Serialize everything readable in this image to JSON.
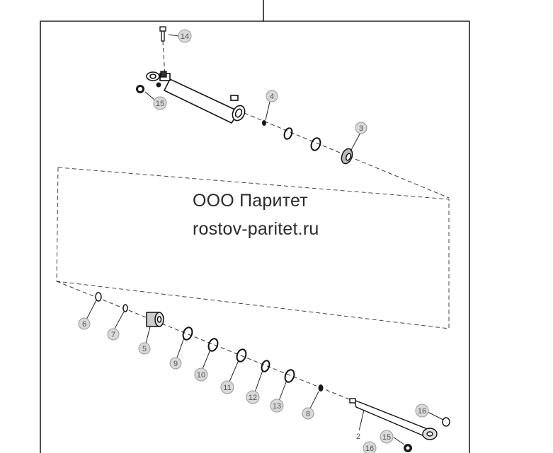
{
  "watermark": {
    "company": "ООО Паритет",
    "site": "rostov-paritet.ru"
  },
  "callouts": [
    {
      "id": "callout-14",
      "label": "14"
    },
    {
      "id": "callout-15-top",
      "label": "15"
    },
    {
      "id": "callout-4",
      "label": "4"
    },
    {
      "id": "callout-3",
      "label": "3"
    },
    {
      "id": "callout-6",
      "label": "6"
    },
    {
      "id": "callout-7",
      "label": "7"
    },
    {
      "id": "callout-5",
      "label": "5"
    },
    {
      "id": "callout-9",
      "label": "9"
    },
    {
      "id": "callout-10",
      "label": "10"
    },
    {
      "id": "callout-11",
      "label": "11"
    },
    {
      "id": "callout-12",
      "label": "12"
    },
    {
      "id": "callout-13",
      "label": "13"
    },
    {
      "id": "callout-8",
      "label": "8"
    },
    {
      "id": "callout-2",
      "label": "2"
    },
    {
      "id": "callout-16-right",
      "label": "16"
    },
    {
      "id": "callout-15-bottom",
      "label": "15"
    },
    {
      "id": "callout-16-bottom",
      "label": "16"
    }
  ],
  "colors": {
    "line": "#1a1a1a",
    "callout_fill": "#d9d9d9",
    "callout_text": "#555555",
    "part_dark": "#1a1a1a"
  }
}
